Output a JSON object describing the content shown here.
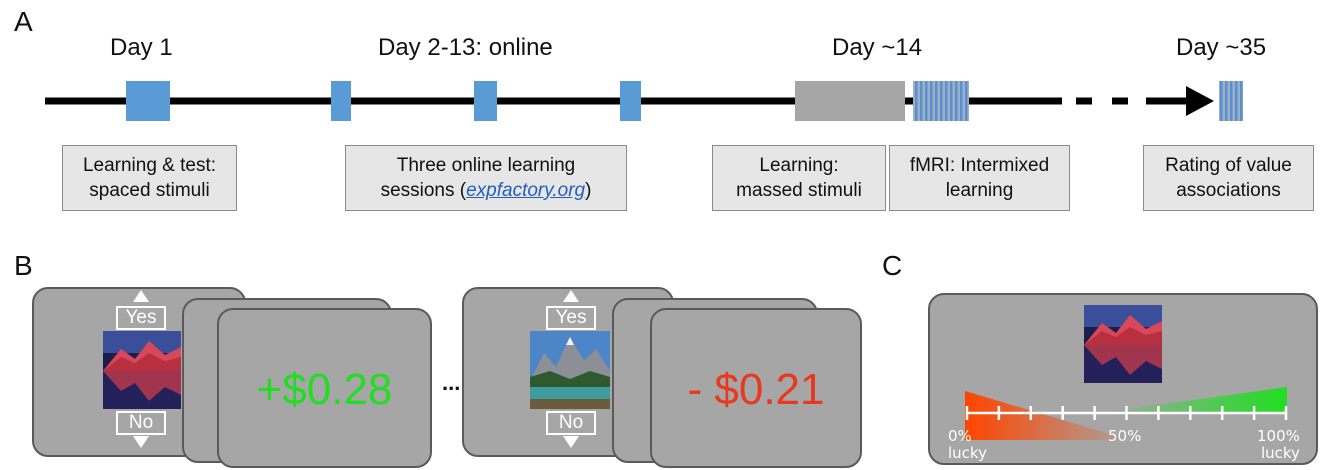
{
  "panels": {
    "a": "A",
    "b": "B",
    "c": "C"
  },
  "timeline": {
    "days": {
      "day1": "Day 1",
      "day2_13": "Day 2-13:  online",
      "day14": "Day ~14",
      "day35": "Day ~35"
    },
    "boxes": {
      "learning_test": {
        "line1": "Learning & test:",
        "line2": "spaced stimuli"
      },
      "online": {
        "line1": "Three online learning",
        "line2_prefix": "sessions (",
        "link": "expfactory.org",
        "line2_suffix": ")"
      },
      "massed": {
        "line1": "Learning:",
        "line2": "massed stimuli"
      },
      "fmri": {
        "line1": "fMRI: Intermixed",
        "line2": "learning"
      },
      "rating": {
        "line1": "Rating of value",
        "line2": "associations"
      }
    }
  },
  "trials": {
    "yes_label": "Yes",
    "no_label": "No",
    "gain": "+$0.28",
    "loss": "- $0.21",
    "ellipsis": "..."
  },
  "rating_scale": {
    "ticks": [
      "0%",
      "50%",
      "100%"
    ],
    "left_word": "lucky",
    "right_word": "lucky"
  },
  "colors": {
    "session_blue": "#5b9bd5",
    "massed_gray": "#a6a6a6",
    "gain_green": "#22dd22",
    "loss_red": "#e8381e",
    "scale_orange": "#ff4500",
    "scale_green": "#22dd22"
  },
  "icons": {
    "mountain_lake_photo": "mountain-lake-icon",
    "alpine_lake_photo": "alpine-lake-icon"
  }
}
